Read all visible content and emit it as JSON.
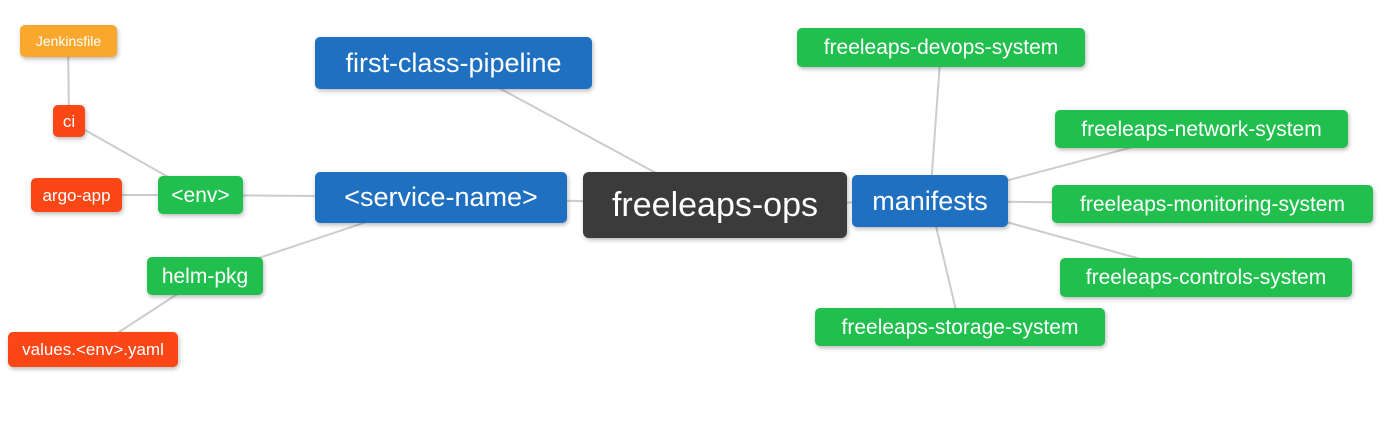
{
  "mindmap": {
    "root": {
      "label": "freeleaps-ops"
    },
    "branches": [
      {
        "label": "first-class-pipeline"
      },
      {
        "label": "<service-name>",
        "children": [
          {
            "label": "<env>",
            "children": [
              {
                "label": "ci",
                "children": [
                  {
                    "label": "Jenkinsfile"
                  }
                ]
              },
              {
                "label": "argo-app"
              }
            ]
          },
          {
            "label": "helm-pkg",
            "children": [
              {
                "label": "values.<env>.yaml"
              }
            ]
          }
        ]
      },
      {
        "label": "manifests",
        "children": [
          {
            "label": "freeleaps-devops-system"
          },
          {
            "label": "freeleaps-network-system"
          },
          {
            "label": "freeleaps-monitoring-system"
          },
          {
            "label": "freeleaps-controls-system"
          },
          {
            "label": "freeleaps-storage-system"
          }
        ]
      }
    ],
    "colors": {
      "root_bg": "#3B3B3B",
      "level1_bg": "#1F70C0",
      "level2_bg": "#21BF4E",
      "level3_bg": "#FB4616",
      "level4_bg": "#F9A72D",
      "edge": "#CCCCCC",
      "text": "#FFFFFF",
      "background": "#FFFFFF"
    }
  }
}
